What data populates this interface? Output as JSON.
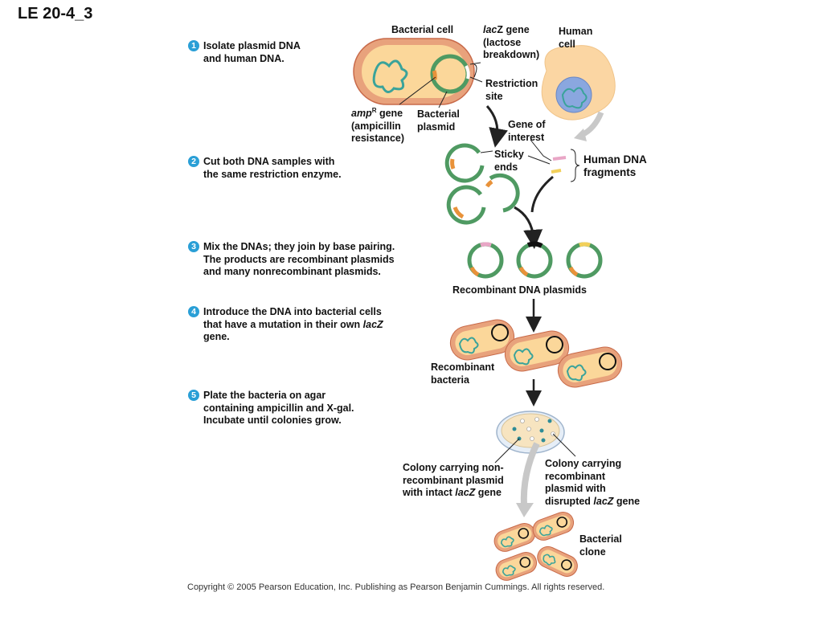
{
  "title": "LE 20-4_3",
  "steps": [
    {
      "num": "1",
      "text": "Isolate plasmid DNA\nand human DNA."
    },
    {
      "num": "2",
      "text": "Cut both DNA samples with\nthe same restriction enzyme."
    },
    {
      "num": "3",
      "text": "Mix the DNAs; they join by base pairing.\nThe products are recombinant plasmids\nand many nonrecombinant plasmids."
    },
    {
      "num": "4",
      "text_before": "Introduce the DNA into bacterial cells\nthat have a mutation in their own ",
      "text_italic": "lacZ",
      "text_after": "\ngene."
    },
    {
      "num": "5",
      "text": "Plate the bacteria on agar\ncontaining ampicillin and X-gal.\nIncubate until colonies grow."
    }
  ],
  "labels": {
    "bacterial_cell": "Bacterial cell",
    "lacz_italic": "lac",
    "lacz_rest": "Z gene\n(lactose\nbreakdown)",
    "human_cell": "Human\ncell",
    "restriction_site": "Restriction\nsite",
    "ampr_italic": "amp",
    "ampr_sup": "R",
    "ampr_rest": " gene\n(ampicillin\nresistance)",
    "bacterial_plasmid": "Bacterial\nplasmid",
    "gene_of_interest": "Gene of\ninterest",
    "sticky_ends": "Sticky\nends",
    "human_dna_fragments": "Human DNA\nfragments",
    "recombinant_dna_plasmids": "Recombinant DNA plasmids",
    "recombinant_bacteria": "Recombinant\nbacteria",
    "colony_nonrecomb_before": "Colony carrying non-\nrecombinant plasmid\nwith intact ",
    "colony_nonrecomb_italic": "lacZ",
    "colony_nonrecomb_after": " gene",
    "colony_recomb_before": "Colony carrying\nrecombinant\nplasmid with\ndisrupted ",
    "colony_recomb_italic": "lacZ",
    "colony_recomb_after": " gene",
    "bacterial_clone": "Bacterial\nclone"
  },
  "copyright": "Copyright © 2005 Pearson Education, Inc. Publishing as Pearson Benjamin Cummings. All rights reserved.",
  "colors": {
    "cell_fill": "#fbd79a",
    "cell_wall": "#e8a27c",
    "cell_edge": "#c86a4a",
    "plasmid": "#4f9a62",
    "amp_segment": "#e8923a",
    "human_dna_pink": "#e9a6c6",
    "human_dna_yellow": "#f2d05a",
    "dna_teal": "#3aa39a",
    "human_cell": "#fbd6a3",
    "nucleus": "#8aa7df",
    "step_badge": "#2a9fd6",
    "arrow": "#222222",
    "gray_arrow": "#c8c8c8"
  }
}
